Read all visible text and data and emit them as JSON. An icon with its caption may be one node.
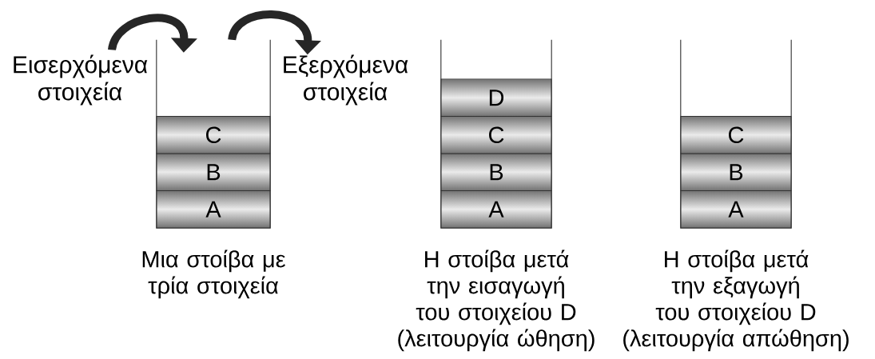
{
  "diagram": {
    "nodes": [
      {
        "text": [],
        "shape": "box",
        "beside": [
          "Μια στοίβα με τρία στοιχεία"
        ]
      },
      {
        "text": [
          "C"
        ],
        "in": 0
      },
      {
        "text": [
          "B"
        ],
        "in": 0
      },
      {
        "text": [
          "A"
        ],
        "in": 0
      },
      {
        "text": [],
        "shape": "box",
        "beside": [
          "Η στοίβα μετά την εισαγωγή του στοιχείου D (λειτουργία ώθηση)"
        ]
      },
      {
        "text": [
          "D"
        ],
        "in": 4
      },
      {
        "text": [
          "C"
        ],
        "in": 4
      },
      {
        "text": [
          "B"
        ],
        "in": 4
      },
      {
        "text": [
          "A"
        ],
        "in": 4
      },
      {
        "text": [],
        "shape": "box",
        "beside": [
          "Η στοίβα μετά την εξαγωγή του στοιχείου D (λειτουργία απώθηση)"
        ]
      },
      {
        "text": [
          "C"
        ],
        "in": 9
      },
      {
        "text": [
          "B"
        ],
        "in": 9
      },
      {
        "text": [
          "A"
        ],
        "in": 9
      },
      {
        "text": [
          "Εισερχόμενα στοιχεία"
        ]
      },
      {
        "text": [
          "Εξερχόμενα στοιχεία"
        ]
      }
    ],
    "edges": [
      {
        "from": 13,
        "to": 0,
        "arrow": "to"
      },
      {
        "from": 0,
        "to": 14,
        "arrow": "to"
      }
    ]
  }
}
